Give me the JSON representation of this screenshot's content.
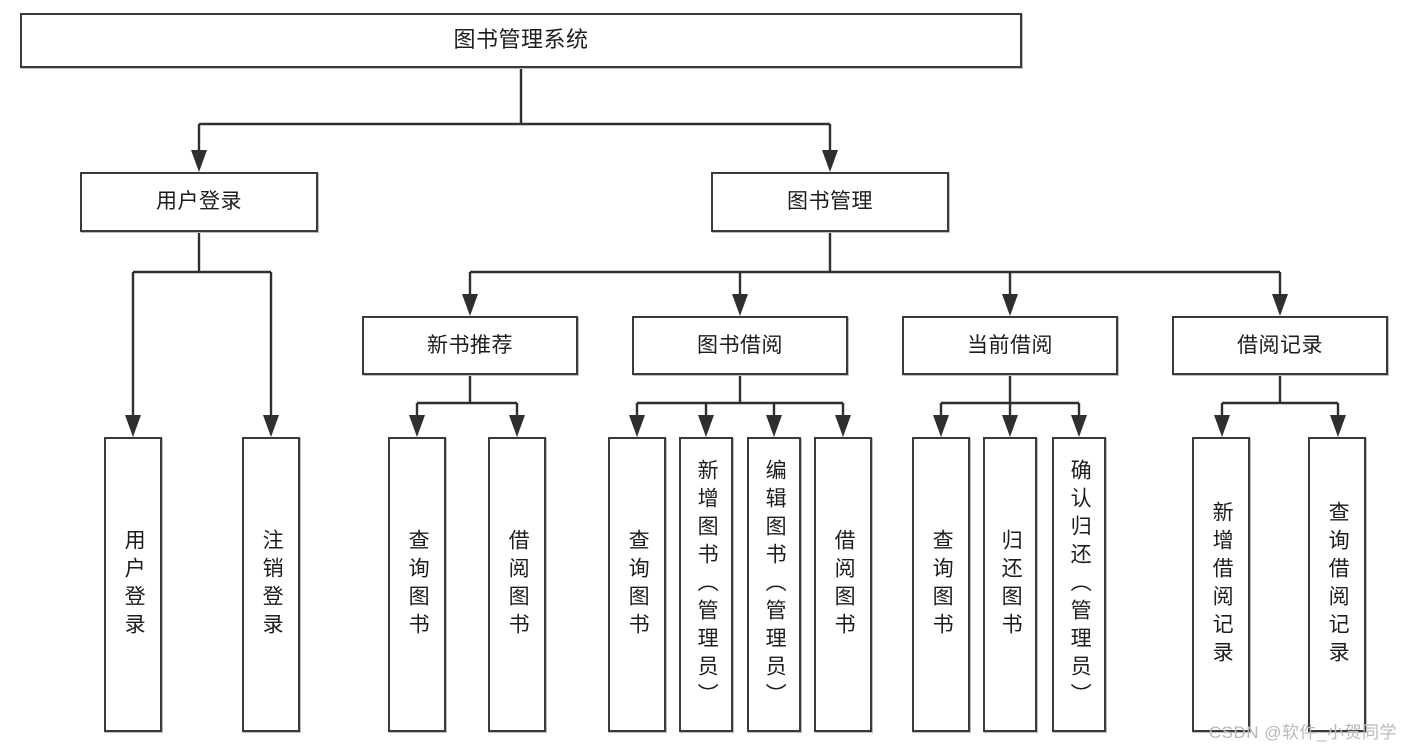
{
  "diagram": {
    "title": "图书管理系统",
    "type": "tree",
    "watermark": "CSDN @软件_小贺同学",
    "colors": {
      "box_border": "#3a3a3a",
      "box_fill": "#ffffff",
      "connector": "#2f2f2f",
      "text": "#1d1d1d",
      "watermark": "#b9b9b9"
    }
  },
  "root": {
    "label": "图书管理系统"
  },
  "level1": [
    {
      "label": "用户登录"
    },
    {
      "label": "图书管理"
    }
  ],
  "level2": [
    {
      "label": "新书推荐"
    },
    {
      "label": "图书借阅"
    },
    {
      "label": "当前借阅"
    },
    {
      "label": "借阅记录"
    }
  ],
  "leaves": {
    "user_login": [
      {
        "label": "用户登录"
      },
      {
        "label": "注销登录"
      }
    ],
    "new_book_recommend": [
      {
        "label": "查询图书"
      },
      {
        "label": "借阅图书"
      }
    ],
    "book_borrow": [
      {
        "label": "查询图书"
      },
      {
        "label": "新增图书（管理员）"
      },
      {
        "label": "编辑图书（管理员）"
      },
      {
        "label": "借阅图书"
      }
    ],
    "current_borrow": [
      {
        "label": "查询图书"
      },
      {
        "label": "归还图书"
      },
      {
        "label": "确认归还（管理员）"
      }
    ],
    "borrow_record": [
      {
        "label": "新增借阅记录"
      },
      {
        "label": "查询借阅记录"
      }
    ]
  }
}
